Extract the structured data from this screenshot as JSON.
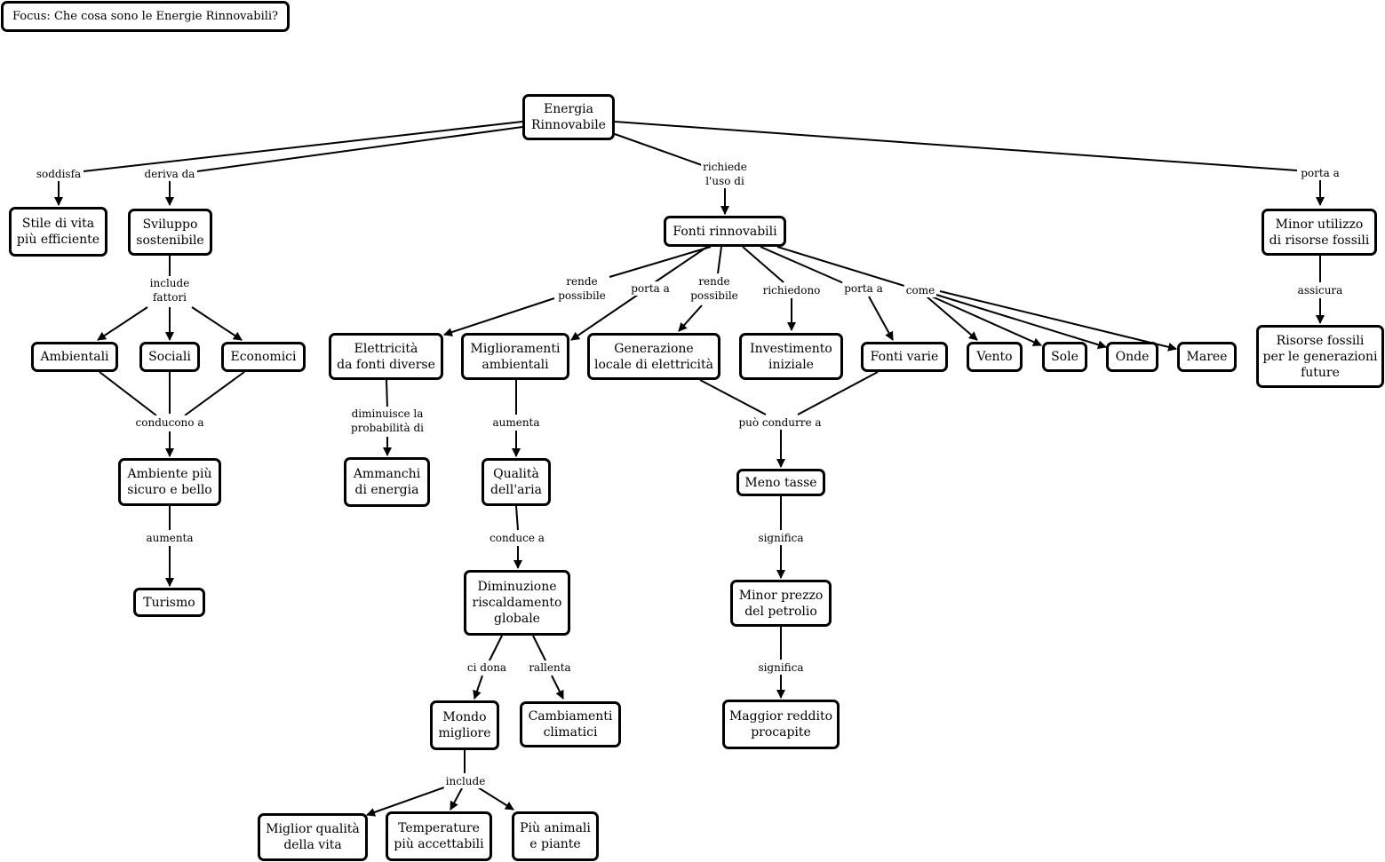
{
  "focus": "Focus: Che cosa sono le Energie Rinnovabili?",
  "nodes": {
    "energia": "Energia\nRinnovabile",
    "stile": "Stile di vita\npiù efficiente",
    "sviluppo": "Sviluppo\nsostenibile",
    "fonti": "Fonti rinnovabili",
    "minor_utilizzo": "Minor utilizzo\ndi risorse fossili",
    "risorse": "Risorse fossili\nper le generazioni\nfuture",
    "ambientali": "Ambientali",
    "sociali": "Sociali",
    "economici": "Economici",
    "ambiente": "Ambiente più\nsicuro e bello",
    "turismo": "Turismo",
    "elettricita": "Elettricità\nda fonti diverse",
    "ammanchi": "Ammanchi\ndi energia",
    "miglioramenti": "Miglioramenti\nambientali",
    "qualita": "Qualità\ndell'aria",
    "diminuzione": "Diminuzione\nriscaldamento\nglobale",
    "mondo": "Mondo\nmigliore",
    "cambiamenti": "Cambiamenti\nclimatici",
    "miglior_qualita": "Miglior qualità\ndella vita",
    "temperature": "Temperature\npiù accettabili",
    "animali": "Più animali\ne piante",
    "generazione": "Generazione\nlocale di elettricità",
    "investimento": "Investimento\niniziale",
    "fonti_varie": "Fonti varie",
    "vento": "Vento",
    "sole": "Sole",
    "onde": "Onde",
    "maree": "Maree",
    "meno_tasse": "Meno tasse",
    "minor_prezzo": "Minor prezzo\ndel petrolio",
    "maggior_reddito": "Maggior reddito\nprocapite"
  },
  "links": {
    "soddisfa": "soddisfa",
    "deriva_da": "deriva da",
    "richiede": "richiede\nl'uso di",
    "porta_a_top": "porta a",
    "assicura": "assicura",
    "include_fattori": "include\nfattori",
    "conducono_a": "conducono a",
    "aumenta_turismo": "aumenta",
    "rende_possibile_1": "rende\npossibile",
    "porta_a_1": "porta a",
    "rende_possibile_2": "rende\npossibile",
    "richiedono": "richiedono",
    "porta_a_2": "porta a",
    "come": "come",
    "diminuisce": "diminuisce la\nprobabilità di",
    "aumenta_qualita": "aumenta",
    "conduce_a": "conduce a",
    "ci_dona": "ci dona",
    "rallenta": "rallenta",
    "include": "include",
    "puo_condurre": "può condurre a",
    "significa_1": "significa",
    "significa_2": "significa"
  }
}
